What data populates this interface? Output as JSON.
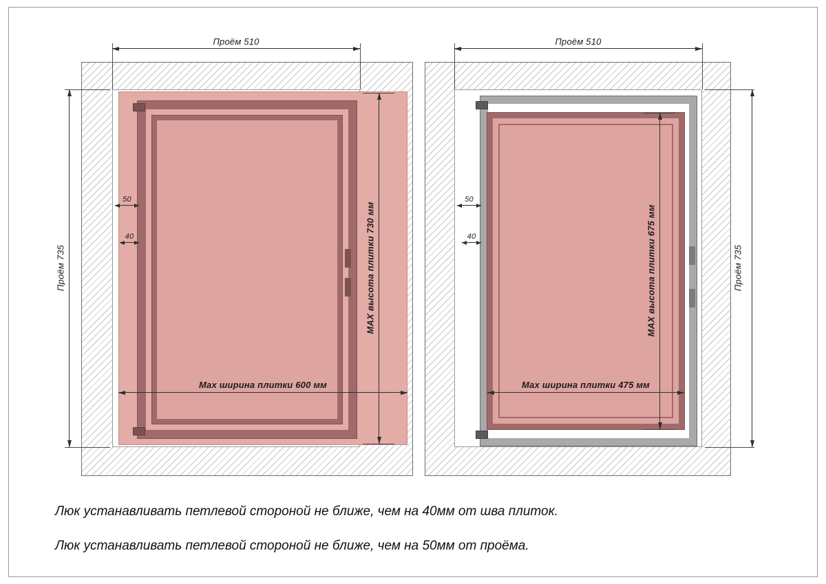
{
  "diagram_left": {
    "opening_width_label": "Проём 510",
    "opening_height_label": "Проём 735",
    "hinge_offset_label": "50",
    "seam_offset_label": "40",
    "tile_max_height_label": "MAX высота плитки 730 мм",
    "tile_max_width_label": "Max ширина плитки 600 мм"
  },
  "diagram_right": {
    "opening_width_label": "Проём 510",
    "opening_height_label": "Проём 735",
    "hinge_offset_label": "50",
    "seam_offset_label": "40",
    "tile_max_height_label": "MAX высота плитки 675 мм",
    "tile_max_width_label": "Max ширина плитки 475 мм"
  },
  "notes": {
    "line1": "Люк устанавливать петлевой стороной не ближе, чем на 40мм от шва плиток.",
    "line2": "Люк устанавливать петлевой стороной не ближе, чем на 50мм от проёма."
  },
  "colors": {
    "tile_field": "#e3aca7",
    "door_panel": "#dea49f",
    "frame_dark": "#a16a6a",
    "frame_gray": "#a9a9a9",
    "hatch_line": "#c4c4c4",
    "dimension_line": "#2e2e2e"
  }
}
